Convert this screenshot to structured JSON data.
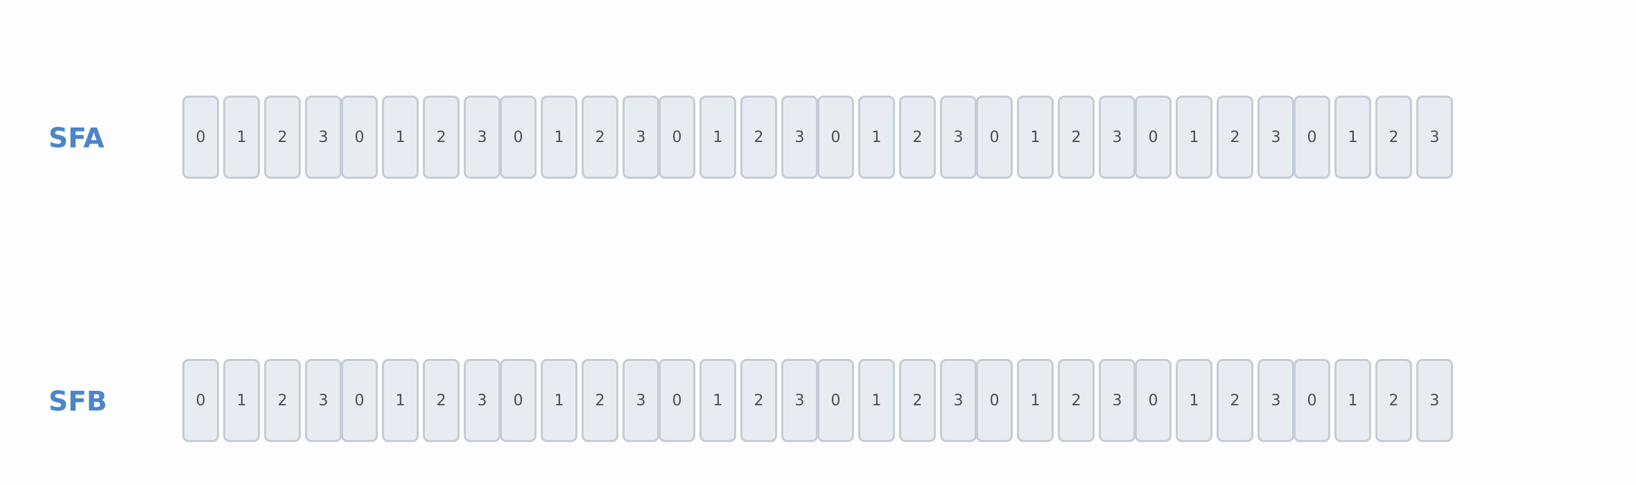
{
  "rows": [
    {
      "id": "sfa",
      "label": "SFA",
      "cells": [
        "0",
        "1",
        "2",
        "3",
        "0",
        "1",
        "2",
        "3",
        "0",
        "1",
        "2",
        "3",
        "0",
        "1",
        "2",
        "3",
        "0",
        "1",
        "2",
        "3",
        "0",
        "1",
        "2",
        "3",
        "0",
        "1",
        "2",
        "3",
        "0",
        "1",
        "2",
        "3"
      ]
    },
    {
      "id": "sfb",
      "label": "SFB",
      "cells": [
        "0",
        "1",
        "2",
        "3",
        "0",
        "1",
        "2",
        "3",
        "0",
        "1",
        "2",
        "3",
        "0",
        "1",
        "2",
        "3",
        "0",
        "1",
        "2",
        "3",
        "0",
        "1",
        "2",
        "3",
        "0",
        "1",
        "2",
        "3",
        "0",
        "1",
        "2",
        "3"
      ]
    }
  ],
  "colors": {
    "label": "#4a86c8",
    "cell_fill": "#e8ecf0",
    "cell_border": "#c4ccd6",
    "cell_text": "#4a4f55"
  }
}
